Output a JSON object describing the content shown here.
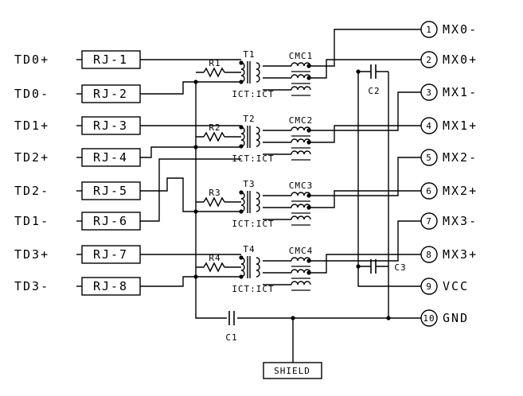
{
  "left_signals": [
    "TD0+",
    "TD0-",
    "TD1+",
    "TD2+",
    "TD2-",
    "TD1-",
    "TD3+",
    "TD3-"
  ],
  "rj_pins": [
    "RJ-1",
    "RJ-2",
    "RJ-3",
    "RJ-4",
    "RJ-5",
    "RJ-6",
    "RJ-7",
    "RJ-8"
  ],
  "transformers": [
    {
      "name": "T1",
      "resistor": "R1",
      "choke": "CMC1",
      "ratio": "ICT:ICT"
    },
    {
      "name": "T2",
      "resistor": "R2",
      "choke": "CMC2",
      "ratio": "ICT:ICT"
    },
    {
      "name": "T3",
      "resistor": "R3",
      "choke": "CMC3",
      "ratio": "ICT:ICT"
    },
    {
      "name": "T4",
      "resistor": "R4",
      "choke": "CMC4",
      "ratio": "ICT:ICT"
    }
  ],
  "right_pins": [
    {
      "num": "1",
      "label": "MX0-"
    },
    {
      "num": "2",
      "label": "MX0+"
    },
    {
      "num": "3",
      "label": "MX1-"
    },
    {
      "num": "4",
      "label": "MX1+"
    },
    {
      "num": "5",
      "label": "MX2-"
    },
    {
      "num": "6",
      "label": "MX2+"
    },
    {
      "num": "7",
      "label": "MX3-"
    },
    {
      "num": "8",
      "label": "MX3+"
    },
    {
      "num": "9",
      "label": "VCC"
    },
    {
      "num": "10",
      "label": "GND"
    }
  ],
  "capacitors": [
    "C1",
    "C2",
    "C3"
  ],
  "shield_label": "SHIELD"
}
